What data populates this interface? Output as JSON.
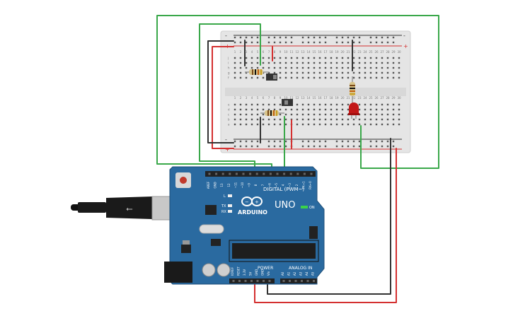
{
  "arduino": {
    "brand": "ARDUINO",
    "model": "UNO",
    "digital_label": "DIGITAL (PWM~)",
    "power_label": "POWER",
    "analog_label": "ANALOG IN",
    "on_label": "ON",
    "l_label": "L",
    "tx_label": "TX",
    "rx_label": "RX",
    "digital_pins": [
      "AREF",
      "GND",
      "13",
      "12",
      "~11",
      "~10",
      "~9",
      "8",
      "7",
      "~6",
      "~5",
      "4",
      "~3",
      "2",
      "TX→1",
      "RX←0"
    ],
    "power_pins": [
      "IOREF",
      "RESET",
      "3.3V",
      "5V",
      "GND",
      "GND",
      "Vin"
    ],
    "analog_pins": [
      "A0",
      "A1",
      "A2",
      "A3",
      "A4",
      "A5"
    ]
  },
  "breadboard": {
    "rails": [
      "-",
      "+"
    ],
    "row_letters_top": [
      "j",
      "i",
      "h",
      "g",
      "f"
    ],
    "row_letters_bottom": [
      "e",
      "d",
      "c",
      "b",
      "a"
    ],
    "columns": [
      "1",
      "2",
      "3",
      "4",
      "5",
      "6",
      "7",
      "8",
      "9",
      "10",
      "11",
      "12",
      "13",
      "14",
      "15",
      "16",
      "17",
      "18",
      "19",
      "20",
      "21",
      "22",
      "23",
      "24",
      "25",
      "26",
      "27",
      "28",
      "29",
      "30"
    ]
  },
  "colors": {
    "board": "#2a6aa0",
    "wire_green": "#3aa84a",
    "wire_red": "#d43030",
    "wire_black": "#333333",
    "led_red": "#c21818",
    "breadboard": "#e6e6e6"
  },
  "components": {
    "leds": 1,
    "resistors": 3,
    "slide_switches": 2
  }
}
